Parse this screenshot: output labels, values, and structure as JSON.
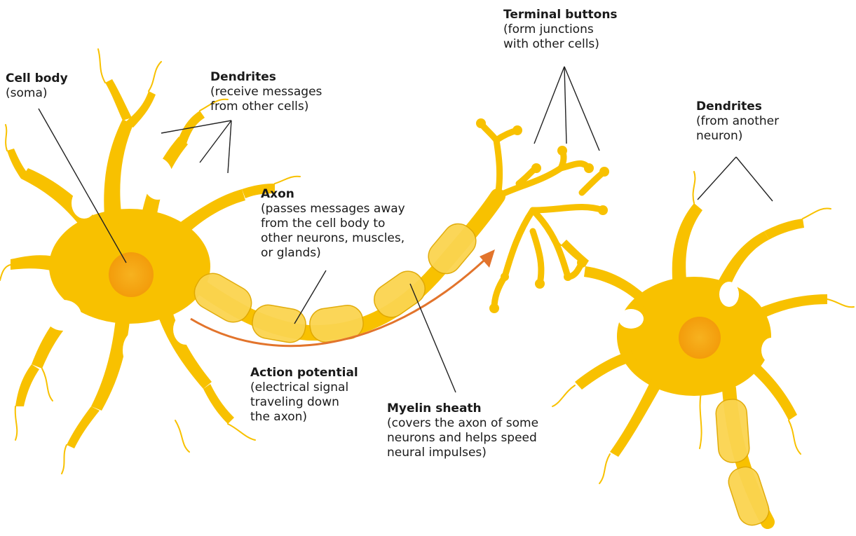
{
  "labels": {
    "cell_body": {
      "title": "Cell body",
      "desc": "(soma)"
    },
    "dendrites": {
      "title": "Dendrites",
      "desc": "(receive messages\nfrom other cells)"
    },
    "axon": {
      "title": "Axon",
      "desc": "(passes messages away\nfrom the cell body to\nother neurons, muscles,\nor glands)"
    },
    "terminal_buttons": {
      "title": "Terminal buttons",
      "desc": "(form junctions\nwith other cells)"
    },
    "dendrites_other": {
      "title": "Dendrites",
      "desc": "(from another\nneuron)"
    },
    "action_potential": {
      "title": "Action potential",
      "desc": "(electrical signal\ntraveling down\nthe axon)"
    },
    "myelin_sheath": {
      "title": "Myelin sheath",
      "desc": "(covers the axon of some\nneurons and helps speed\nneural impulses)"
    }
  },
  "colors": {
    "cell": "#f8c100",
    "cell_light": "#fbd53a",
    "sheath": "#fbd450",
    "sheath_stroke": "#e0a800",
    "nucleus": "#f39c0b",
    "nucleus_center": "#f7b21f",
    "arrow": "#e2742c",
    "leader": "#222222"
  },
  "icons": [
    "neuron-illustration",
    "action-potential-arrow"
  ]
}
